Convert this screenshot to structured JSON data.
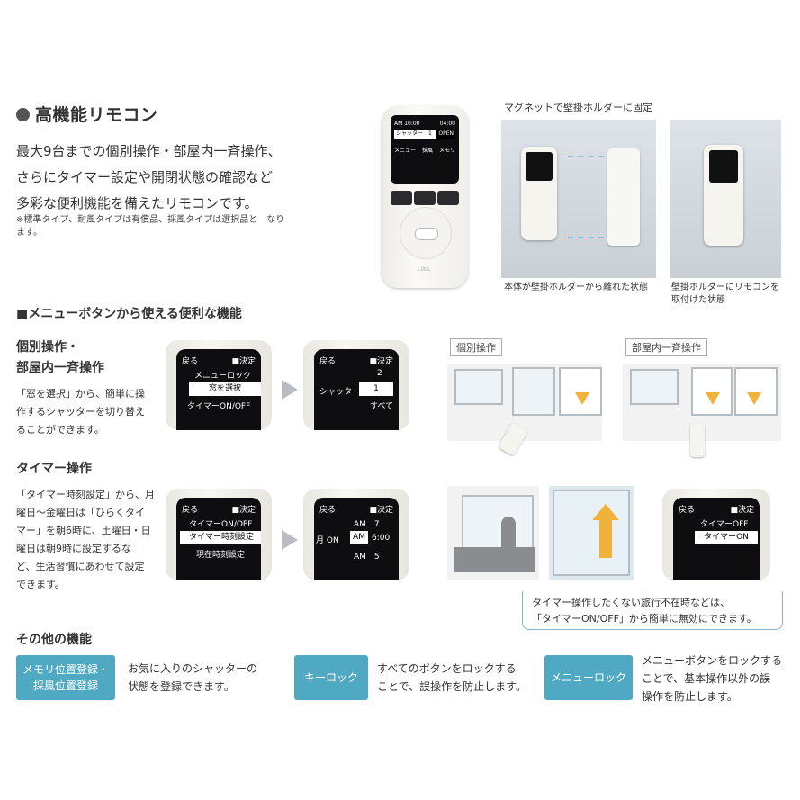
{
  "header": {
    "title": "高機能リモコン"
  },
  "intro": {
    "lines": [
      "最大9台までの個別操作・部屋内一斉操作、",
      "さらにタイマー設定や開閉状態の確認など",
      "多彩な便利機能を備えたリモコンです。"
    ],
    "note": "※標準タイプ、耐風タイプは有償品、採風タイプは選択品と　なります。"
  },
  "remote": {
    "time": "AM 10:00",
    "status": "04:00",
    "shutter": "シャッター　1",
    "open": "OPEN",
    "menu": "メニュー",
    "saifu": "採風",
    "memory": "メモリ",
    "brand": "LIXIL"
  },
  "magnet": {
    "title": "マグネットで壁掛ホルダーに固定",
    "caption1": "本体が壁掛ホルダーから離れた状態",
    "caption2_l1": "壁掛ホルダーにリモコンを",
    "caption2_l2": "取付けた状態"
  },
  "menu_section": {
    "title": "■メニューボタンから使える便利な機能"
  },
  "individual": {
    "title_l1": "個別操作・",
    "title_l2": "部屋内一斉操作",
    "desc": [
      "「窓を選択」から、簡単に操",
      "作するシャッターを切り替え",
      "ることができます。"
    ],
    "screen1": {
      "back": "戻る",
      "ok": "■決定",
      "l1": "メニューロック",
      "sel": "窓を選択",
      "l3": "タイマーON/OFF"
    },
    "screen2": {
      "back": "戻る",
      "ok": "■決定",
      "num_top": "2",
      "label": "シャッター",
      "sel": "1",
      "bottom": "すべて"
    },
    "label_individual": "個別操作",
    "label_all": "部屋内一斉操作"
  },
  "timer": {
    "title": "タイマー操作",
    "desc": [
      "「タイマー時刻設定」から、月",
      "曜日～金曜日は「ひらくタイ",
      "マー」を朝6時に、土曜日・日",
      "曜日は朝9時に設定するな",
      "ど、生活習慣にあわせて設定",
      "できます。"
    ],
    "screen1": {
      "back": "戻る",
      "ok": "■決定",
      "l1": "タイマーON/OFF",
      "sel": "タイマー時刻設定",
      "l3": "現在時刻設定"
    },
    "screen2": {
      "back": "戻る",
      "ok": "■決定",
      "top": "AM　7",
      "mon": "月 ON",
      "am": "AM",
      "time": "6:00",
      "bot": "AM　5"
    },
    "screen3": {
      "back": "戻る",
      "ok": "■決定",
      "l1": "タイマーOFF",
      "sel": "タイマーON"
    },
    "bubble_l1": "タイマー操作したくない旅行不在時などは、",
    "bubble_l2": "「タイマーON/OFF」から簡単に無効にできます。"
  },
  "other": {
    "title": "その他の機能",
    "items": [
      {
        "tag_l1": "メモリ位置登録・",
        "tag_l2": "採風位置登録",
        "desc_l1": "お気に入りのシャッターの",
        "desc_l2": "状態を登録できます。"
      },
      {
        "tag_l1": "キーロック",
        "desc_l1": "すべてのボタンをロックする",
        "desc_l2": "ことで、誤操作を防止します。"
      },
      {
        "tag_l1": "メニューロック",
        "desc_l1": "メニューボタンをロックする",
        "desc_l2": "ことで、基本操作以外の誤",
        "desc_l3": "操作を防止します。"
      }
    ]
  },
  "colors": {
    "accent": "#4fa9c2",
    "text": "#333333",
    "arrow": "#b9bcc0",
    "highlight": "#f0b23a"
  }
}
